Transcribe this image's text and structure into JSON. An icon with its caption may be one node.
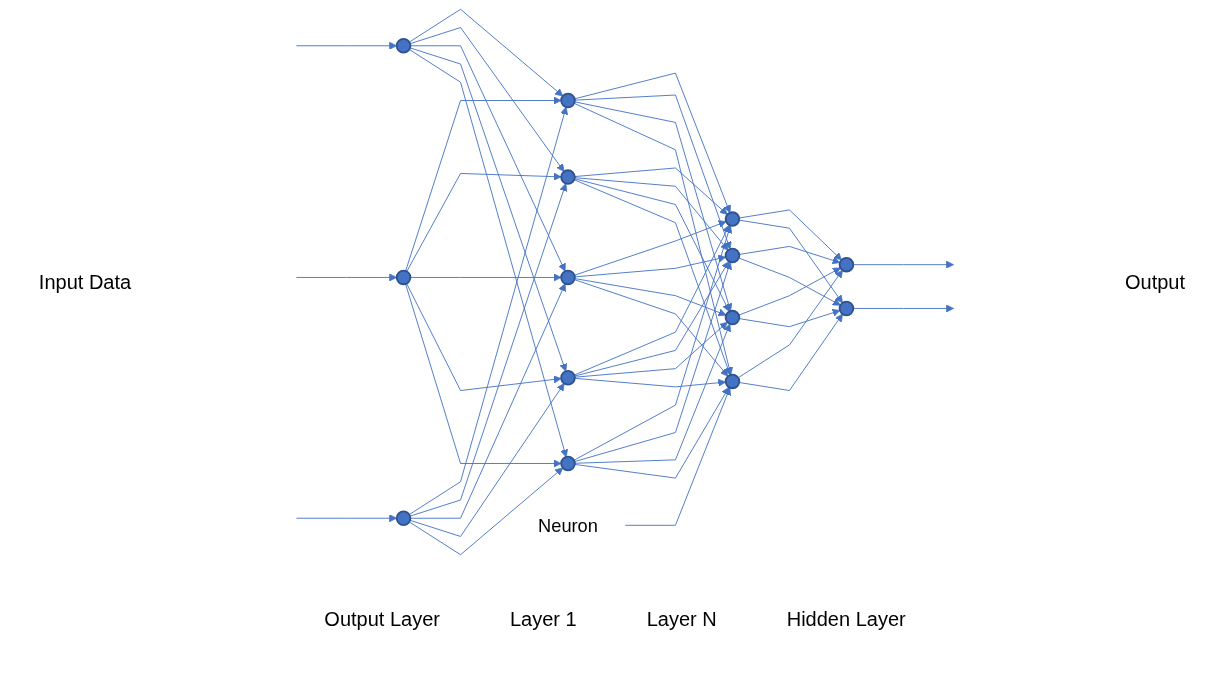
{
  "diagram": {
    "nodes": [
      {
        "text": [],
        "shape": "circle"
      },
      {
        "text": [],
        "shape": "circle"
      },
      {
        "text": [],
        "shape": "circle"
      },
      {
        "text": [],
        "shape": "circle"
      },
      {
        "text": [],
        "shape": "circle"
      },
      {
        "text": [],
        "shape": "circle"
      },
      {
        "text": [],
        "shape": "circle"
      },
      {
        "text": [],
        "shape": "circle"
      },
      {
        "text": [],
        "shape": "circle"
      },
      {
        "text": [],
        "shape": "circle"
      },
      {
        "text": [],
        "shape": "circle"
      },
      {
        "text": [],
        "shape": "circle"
      },
      {
        "text": [],
        "shape": "circle"
      },
      {
        "text": [],
        "shape": "circle"
      },
      {
        "text": [
          "Neuron"
        ]
      }
    ],
    "edges": [
      {
        "from": null,
        "to": 0,
        "arrow": "to"
      },
      {
        "from": null,
        "to": 1,
        "arrow": "to"
      },
      {
        "from": null,
        "to": 2,
        "arrow": "to"
      },
      {
        "from": 0,
        "to": 3,
        "arrow": "to"
      },
      {
        "from": 0,
        "to": 4,
        "arrow": "to"
      },
      {
        "from": 0,
        "to": 5,
        "arrow": "to"
      },
      {
        "from": 0,
        "to": 6,
        "arrow": "to"
      },
      {
        "from": 0,
        "to": 7,
        "arrow": "to"
      },
      {
        "from": 1,
        "to": 3,
        "arrow": "to"
      },
      {
        "from": 1,
        "to": 4,
        "arrow": "to"
      },
      {
        "from": 1,
        "to": 5,
        "arrow": "to"
      },
      {
        "from": 1,
        "to": 6,
        "arrow": "to"
      },
      {
        "from": 1,
        "to": 7,
        "arrow": "to"
      },
      {
        "from": 2,
        "to": 3,
        "arrow": "to"
      },
      {
        "from": 2,
        "to": 4,
        "arrow": "to"
      },
      {
        "from": 2,
        "to": 5,
        "arrow": "to"
      },
      {
        "from": 2,
        "to": 6,
        "arrow": "to"
      },
      {
        "from": 2,
        "to": 7,
        "arrow": "to"
      },
      {
        "from": 3,
        "to": 8,
        "arrow": "to"
      },
      {
        "from": 3,
        "to": 9,
        "arrow": "to"
      },
      {
        "from": 3,
        "to": 10,
        "arrow": "to"
      },
      {
        "from": 3,
        "to": 11,
        "arrow": "to"
      },
      {
        "from": 4,
        "to": 8,
        "arrow": "to"
      },
      {
        "from": 4,
        "to": 9,
        "arrow": "to"
      },
      {
        "from": 4,
        "to": 10,
        "arrow": "to"
      },
      {
        "from": 4,
        "to": 11,
        "arrow": "to"
      },
      {
        "from": 5,
        "to": 8,
        "arrow": "to"
      },
      {
        "from": 5,
        "to": 9,
        "arrow": "to"
      },
      {
        "from": 5,
        "to": 10,
        "arrow": "to"
      },
      {
        "from": 5,
        "to": 11,
        "arrow": "to"
      },
      {
        "from": 6,
        "to": 8,
        "arrow": "to"
      },
      {
        "from": 6,
        "to": 9,
        "arrow": "to"
      },
      {
        "from": 6,
        "to": 10,
        "arrow": "to"
      },
      {
        "from": 6,
        "to": 11,
        "arrow": "to"
      },
      {
        "from": 7,
        "to": 8,
        "arrow": "to"
      },
      {
        "from": 7,
        "to": 9,
        "arrow": "to"
      },
      {
        "from": 7,
        "to": 10,
        "arrow": "to"
      },
      {
        "from": 7,
        "to": 11,
        "arrow": "to"
      },
      {
        "from": 8,
        "to": 12,
        "arrow": "to"
      },
      {
        "from": 8,
        "to": 13,
        "arrow": "to"
      },
      {
        "from": 9,
        "to": 12,
        "arrow": "to"
      },
      {
        "from": 9,
        "to": 13,
        "arrow": "to"
      },
      {
        "from": 10,
        "to": 12,
        "arrow": "to"
      },
      {
        "from": 10,
        "to": 13,
        "arrow": "to"
      },
      {
        "from": 11,
        "to": 12,
        "arrow": "to"
      },
      {
        "from": 11,
        "to": 13,
        "arrow": "to"
      },
      {
        "from": 12,
        "to": null,
        "arrow": "to"
      },
      {
        "from": 13,
        "to": null,
        "arrow": "to"
      },
      {
        "from": 14,
        "to": 8,
        "arrow": "to"
      }
    ],
    "labels": [
      "Input Data",
      "Output",
      "Output Layer",
      "Layer 1",
      "Layer N",
      "Hidden Layer"
    ]
  }
}
